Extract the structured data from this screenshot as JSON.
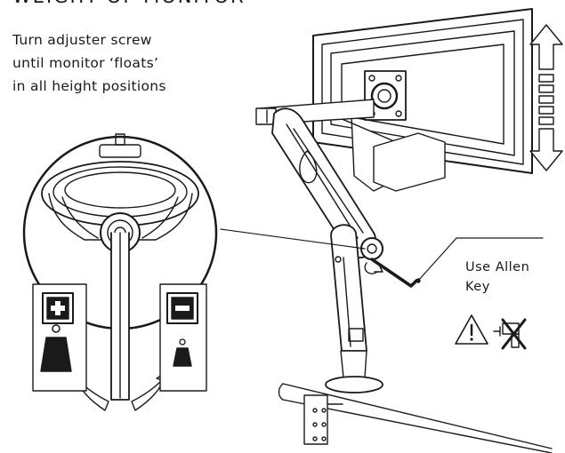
{
  "title": "WEIGHT OF MONITOR",
  "instruction": {
    "line1": "Turn adjuster screw",
    "line2": "until monitor ‘floats’",
    "line3": "in all height positions"
  },
  "callout": {
    "line1": "Use Allen",
    "line2": "Key"
  },
  "icons": {
    "increase": "plus-icon",
    "decrease": "minus-icon",
    "heavy": "heavy-weight-icon",
    "light": "light-weight-icon",
    "warning": "warning-triangle-icon",
    "no_power_tool": "no-power-drill-icon",
    "height_range": "up-down-arrow-icon"
  },
  "colors": {
    "ink": "#1a1a1a",
    "background": "#ffffff"
  }
}
